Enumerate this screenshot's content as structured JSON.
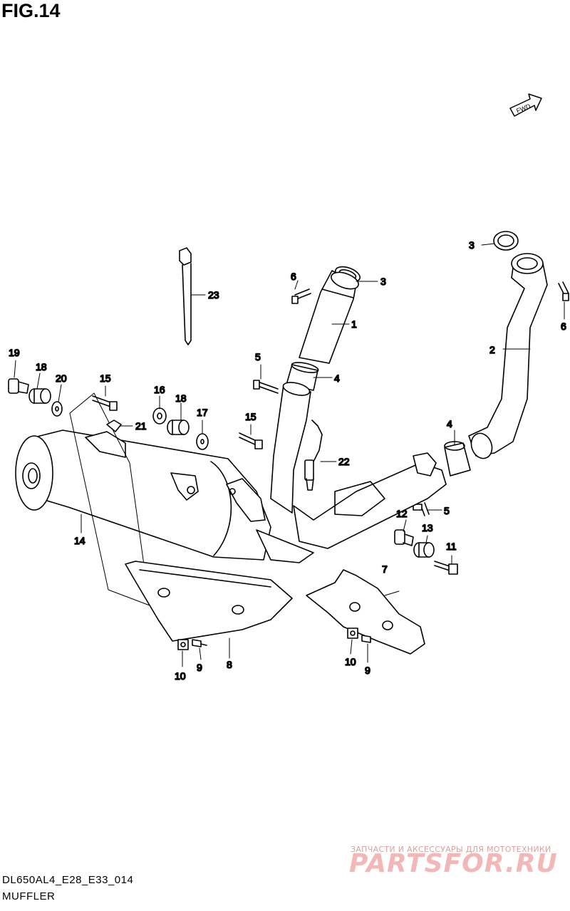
{
  "figure": {
    "title": "FIG.14",
    "model_code": "DL650AL4_E28_E33_014",
    "section_name": "MUFFLER",
    "direction_label": "FWD"
  },
  "callouts": [
    {
      "id": "c1",
      "number": "1"
    },
    {
      "id": "c2",
      "number": "2"
    },
    {
      "id": "c3a",
      "number": "3"
    },
    {
      "id": "c3b",
      "number": "3"
    },
    {
      "id": "c4a",
      "number": "4"
    },
    {
      "id": "c4b",
      "number": "4"
    },
    {
      "id": "c5a",
      "number": "5"
    },
    {
      "id": "c5b",
      "number": "5"
    },
    {
      "id": "c6a",
      "number": "6"
    },
    {
      "id": "c6b",
      "number": "6"
    },
    {
      "id": "c7",
      "number": "7"
    },
    {
      "id": "c8",
      "number": "8"
    },
    {
      "id": "c9a",
      "number": "9"
    },
    {
      "id": "c9b",
      "number": "9"
    },
    {
      "id": "c10a",
      "number": "10"
    },
    {
      "id": "c10b",
      "number": "10"
    },
    {
      "id": "c11",
      "number": "11"
    },
    {
      "id": "c12",
      "number": "12"
    },
    {
      "id": "c13",
      "number": "13"
    },
    {
      "id": "c14",
      "number": "14"
    },
    {
      "id": "c15a",
      "number": "15"
    },
    {
      "id": "c15b",
      "number": "15"
    },
    {
      "id": "c16",
      "number": "16"
    },
    {
      "id": "c17",
      "number": "17"
    },
    {
      "id": "c18a",
      "number": "18"
    },
    {
      "id": "c18b",
      "number": "18"
    },
    {
      "id": "c19",
      "number": "19"
    },
    {
      "id": "c20",
      "number": "20"
    },
    {
      "id": "c21",
      "number": "21"
    },
    {
      "id": "c22",
      "number": "22"
    },
    {
      "id": "c23",
      "number": "23"
    }
  ],
  "watermark": {
    "tagline": "ЗАПЧАСТИ И АКСЕССУАРЫ ДЛЯ МОТОТЕХНИКИ",
    "brand": "PARTSFOR.RU",
    "color": "#f2b8b8"
  }
}
